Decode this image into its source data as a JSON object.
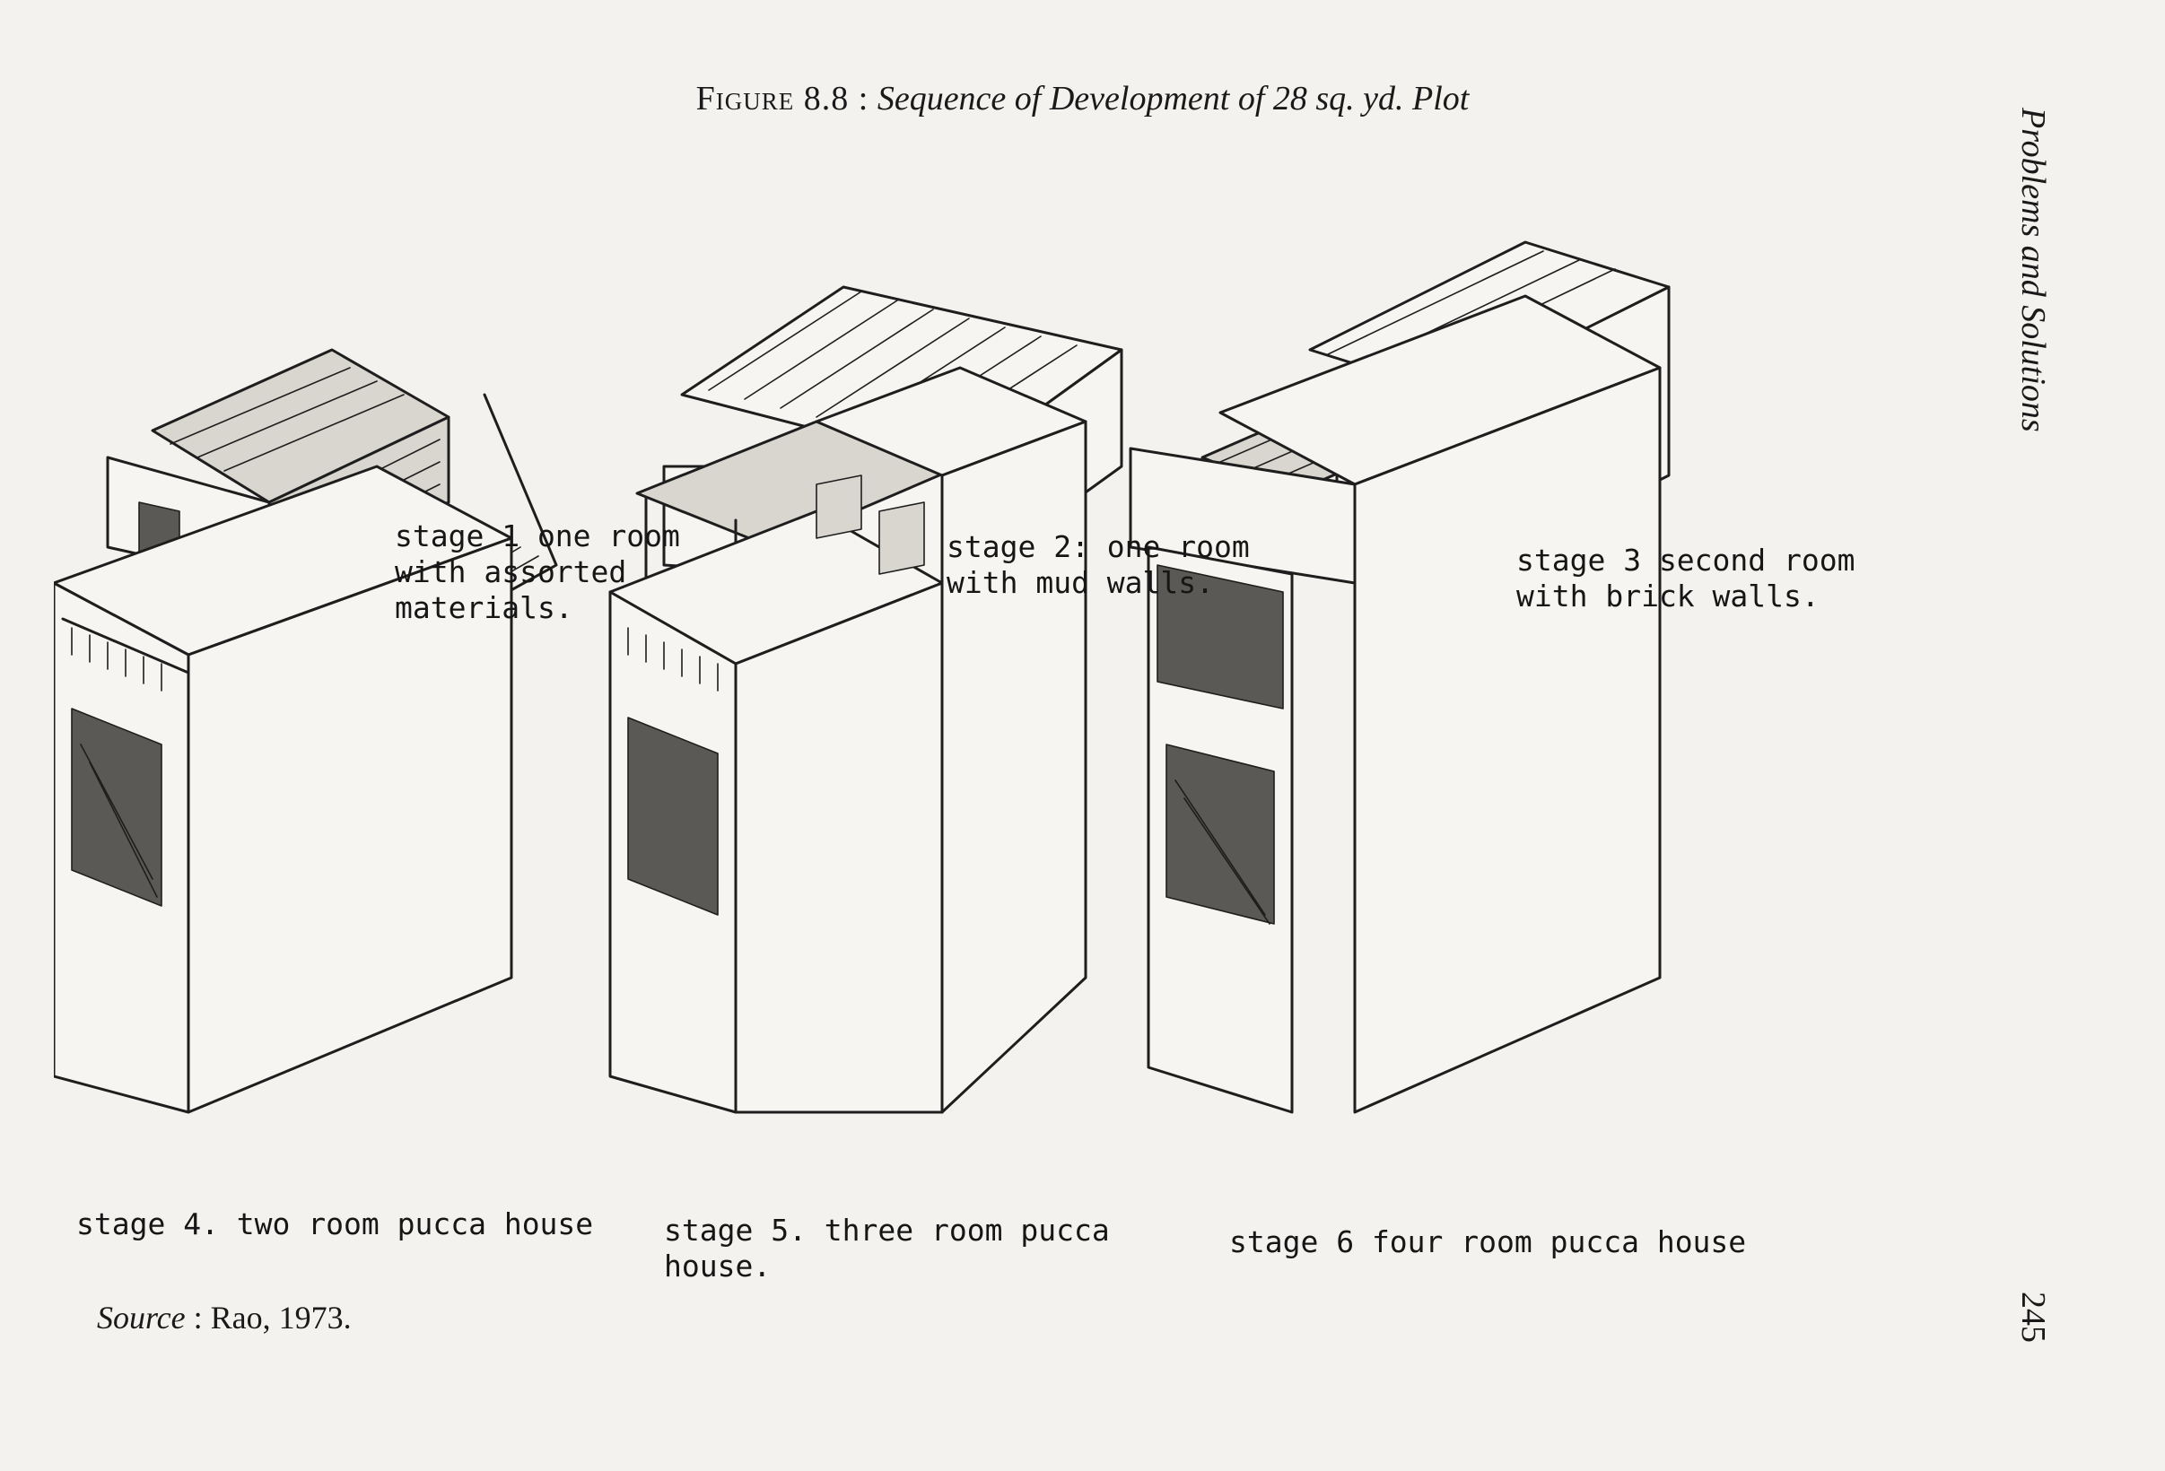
{
  "figure": {
    "number": "Figure 8.8 :",
    "caption": "Sequence of Development of 28 sq. yd. Plot"
  },
  "stages": [
    {
      "label": "stage 1  one room\nwith assorted\nmaterials."
    },
    {
      "label": "stage 2: one room\nwith mud walls."
    },
    {
      "label": "stage 3  second room\nwith brick walls."
    },
    {
      "label": "stage 4.  two room pucca house"
    },
    {
      "label": "stage 5.  three room pucca\nhouse."
    },
    {
      "label": "stage 6  four room pucca house"
    }
  ],
  "source": {
    "key": "Source",
    "separator": " : ",
    "value": "Rao, 1973."
  },
  "running_head": "Problems and Solutions",
  "page_number": "245"
}
